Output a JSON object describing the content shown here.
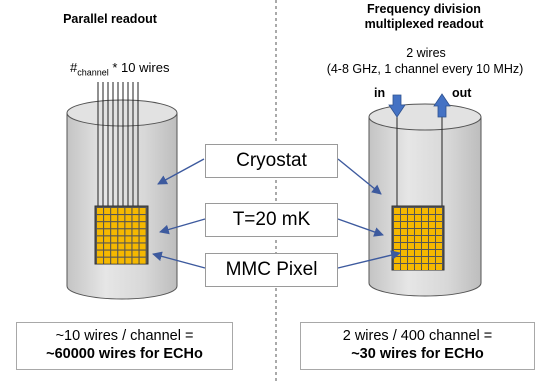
{
  "left_panel": {
    "title": "Parallel readout",
    "wire_label_prefix": "#",
    "wire_label_sub": "channel",
    "wire_label_suffix": " * 10 wires",
    "summary_line1": "~10 wires / channel =",
    "summary_line2": "~60000 wires for ECHo"
  },
  "right_panel": {
    "title_line1": "Frequency division",
    "title_line2": "multiplexed readout",
    "wires_line1": "2 wires",
    "wires_line2": "(4-8 GHz, 1 channel every 10 MHz)",
    "in_label": "in",
    "out_label": "out",
    "summary_line1": "2 wires / 400 channel =",
    "summary_line2": "~30 wires for ECHo"
  },
  "labels": {
    "cryostat": "Cryostat",
    "temperature": "T=20 mK",
    "pixel": "MMC Pixel"
  },
  "colors": {
    "pixel_fill": "#f5b800",
    "arrow": "#3d5a9e",
    "in_out_arrow": "#4472c4",
    "cylinder_fill": "#dcdcdc"
  }
}
